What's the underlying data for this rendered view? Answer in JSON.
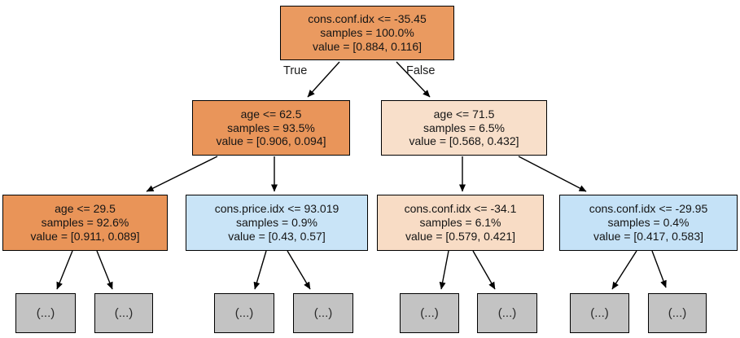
{
  "diagram": {
    "type": "decision-tree",
    "edge_labels": {
      "true_label": "True",
      "false_label": "False"
    },
    "leaf_placeholder": "(...)",
    "colors": {
      "background": "#ffffff",
      "node_border": "#000000",
      "edge_stroke": "#000000",
      "leaf_fill": "#c3c3c3",
      "class0_strong_orange": "#e9955a",
      "class0_pale_orange": "#f8dfca",
      "class1_pale_blue": "#c9e4f7"
    },
    "nodes": {
      "root": {
        "condition": "cons.conf.idx <= -35.45",
        "samples": "samples = 100.0%",
        "value": "value = [0.884, 0.116]",
        "fill": "#ea9a60"
      },
      "depth1_left": {
        "condition": "age <= 62.5",
        "samples": "samples = 93.5%",
        "value": "value = [0.906, 0.094]",
        "fill": "#e9955a"
      },
      "depth1_right": {
        "condition": "age <= 71.5",
        "samples": "samples = 6.5%",
        "value": "value = [0.568, 0.432]",
        "fill": "#f8dfca"
      },
      "depth2_1": {
        "condition": "age <= 29.5",
        "samples": "samples = 92.6%",
        "value": "value = [0.911, 0.089]",
        "fill": "#e99458"
      },
      "depth2_2": {
        "condition": "cons.price.idx <= 93.019",
        "samples": "samples = 0.9%",
        "value": "value = [0.43, 0.57]",
        "fill": "#c9e4f7"
      },
      "depth2_3": {
        "condition": "cons.conf.idx <= -34.1",
        "samples": "samples = 6.1%",
        "value": "value = [0.579, 0.421]",
        "fill": "#f8dcc5"
      },
      "depth2_4": {
        "condition": "cons.conf.idx <= -29.95",
        "samples": "samples = 0.4%",
        "value": "value = [0.417, 0.583]",
        "fill": "#c5e2f7"
      }
    }
  }
}
